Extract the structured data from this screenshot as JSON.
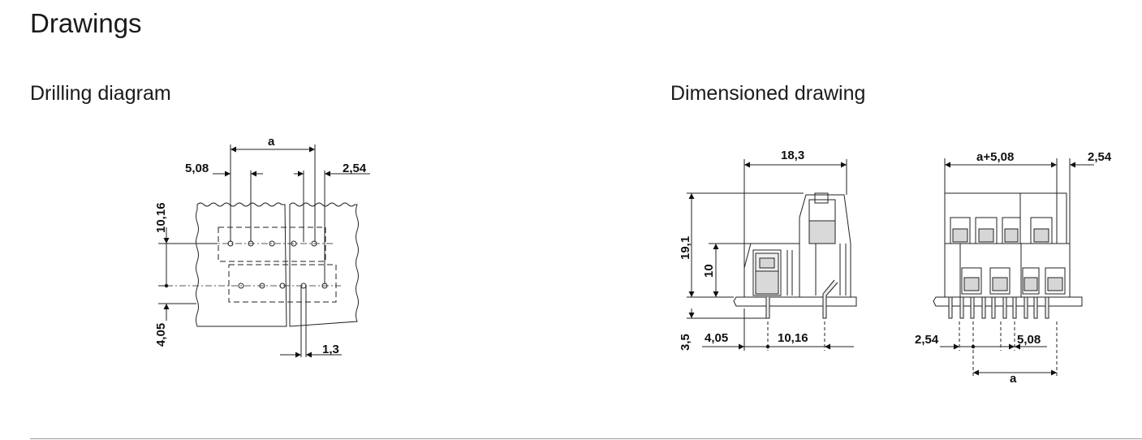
{
  "page_title": "Drawings",
  "drilling": {
    "title": "Drilling diagram",
    "labels": {
      "a": "a",
      "pitch": "5,08",
      "offset": "2,54",
      "row_spacing": "10,16",
      "edge": "4,05",
      "hole": "1,3"
    }
  },
  "dimensioned": {
    "title": "Dimensioned drawing",
    "side": {
      "depth": "18,3",
      "height": "19,1",
      "lower_height": "10",
      "pin": "3,5",
      "edge": "4,05",
      "spacing": "10,16"
    },
    "front": {
      "width": "a+5,08",
      "offset": "2,54",
      "left_offset": "2,54",
      "pitch": "5,08",
      "a": "a"
    }
  }
}
